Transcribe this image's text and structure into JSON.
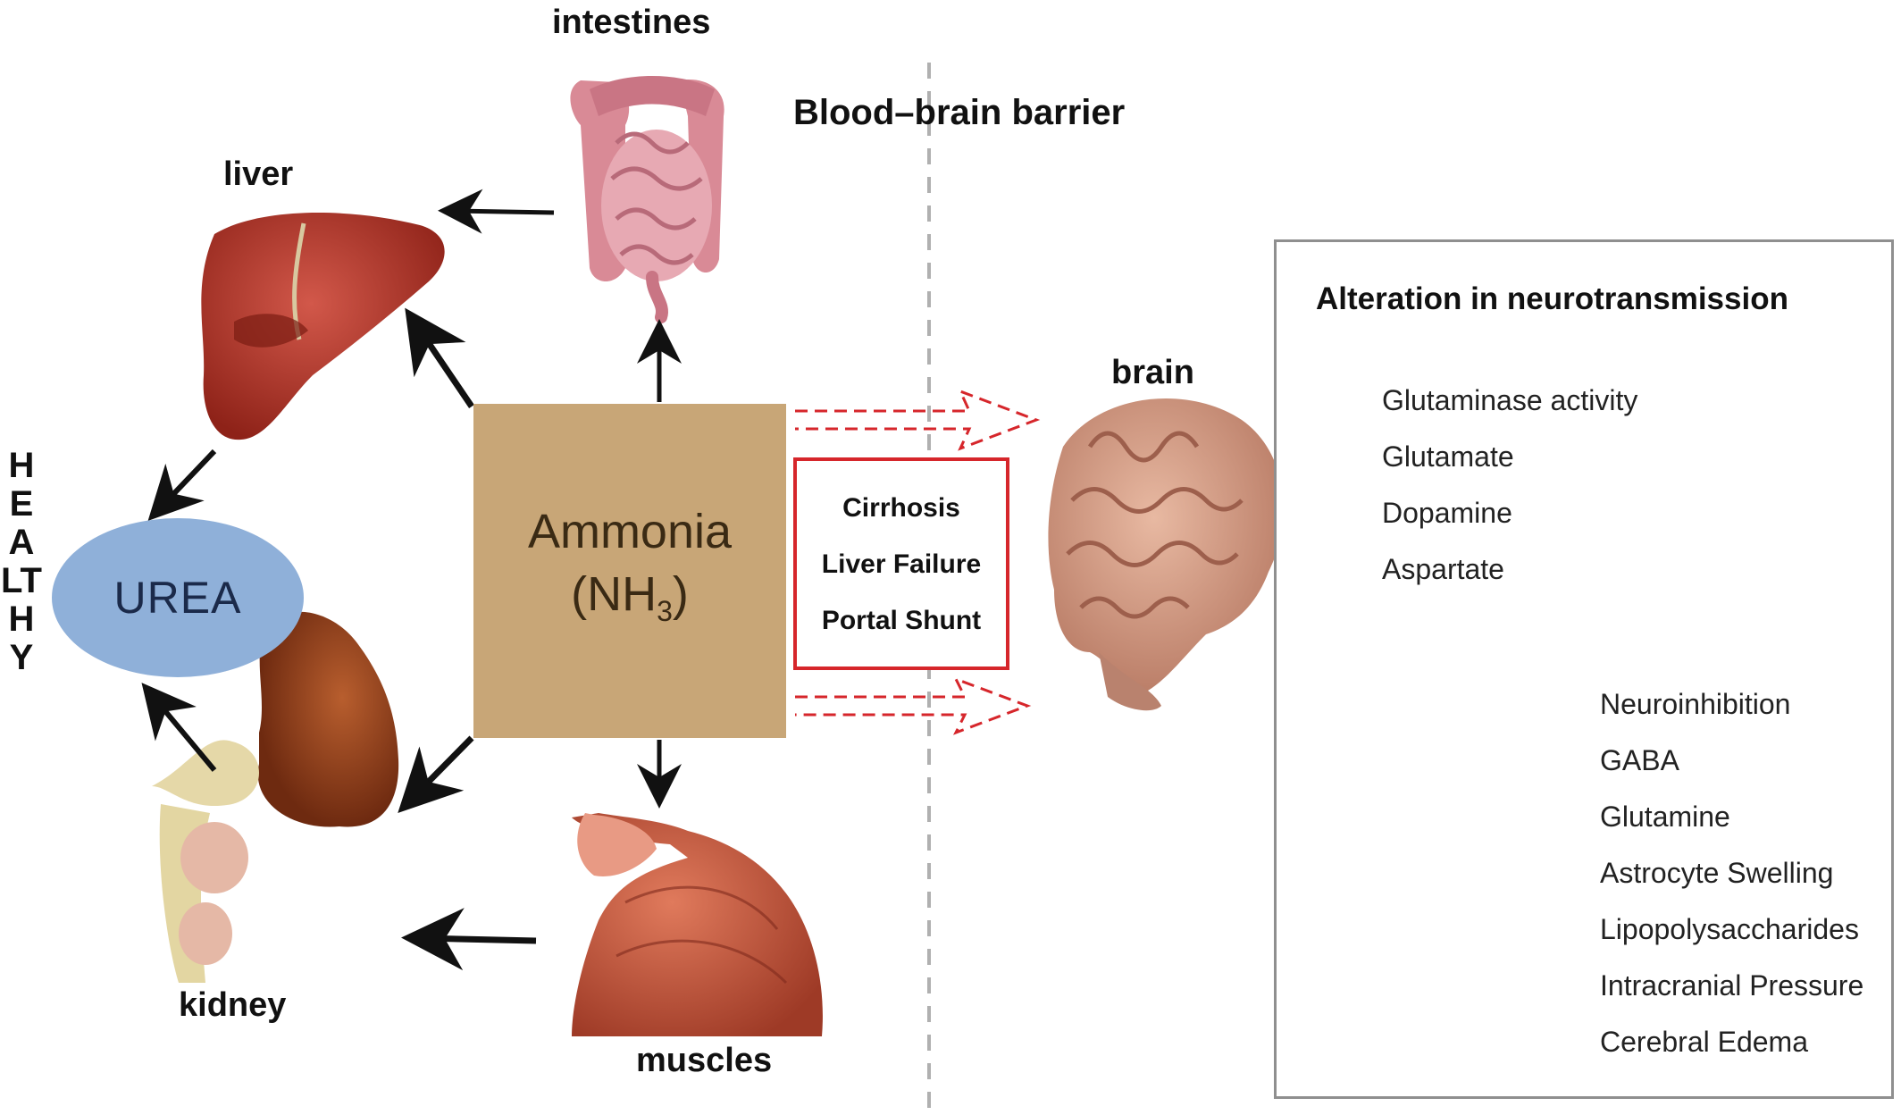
{
  "labels": {
    "intestines": "intestines",
    "blood_brain_barrier": "Blood–brain barrier",
    "liver": "liver",
    "brain": "brain",
    "kidney": "kidney",
    "muscles": "muscles",
    "healthy": "HEALTHY",
    "urea": "UREA"
  },
  "ammonia": {
    "name": "Ammonia",
    "formula_prefix": "(NH",
    "formula_subscript": "3",
    "formula_suffix": ")"
  },
  "conditions": [
    "Cirrhosis",
    "Liver Failure",
    "Portal Shunt"
  ],
  "neurotransmission": {
    "title": "Alteration in neurotransmission",
    "decreased": [
      "Glutaminase activity",
      "Glutamate",
      "Dopamine",
      "Aspartate"
    ],
    "increased": [
      "Neuroinhibition",
      "GABA",
      "Glutamine",
      "Astrocyte Swelling",
      "Lipopolysaccharides",
      "Intracranial Pressure",
      "Cerebral Edema"
    ]
  },
  "colors": {
    "urea_fill": "#8fb0d9",
    "ammonia_fill": "#c8a677",
    "condition_border": "#d6262b",
    "dashed_arrow": "#d6262b",
    "barrier_line": "#b0b0b0",
    "panel_border": "#8f8f8f",
    "trend_arrow": "#c8c8c8"
  }
}
